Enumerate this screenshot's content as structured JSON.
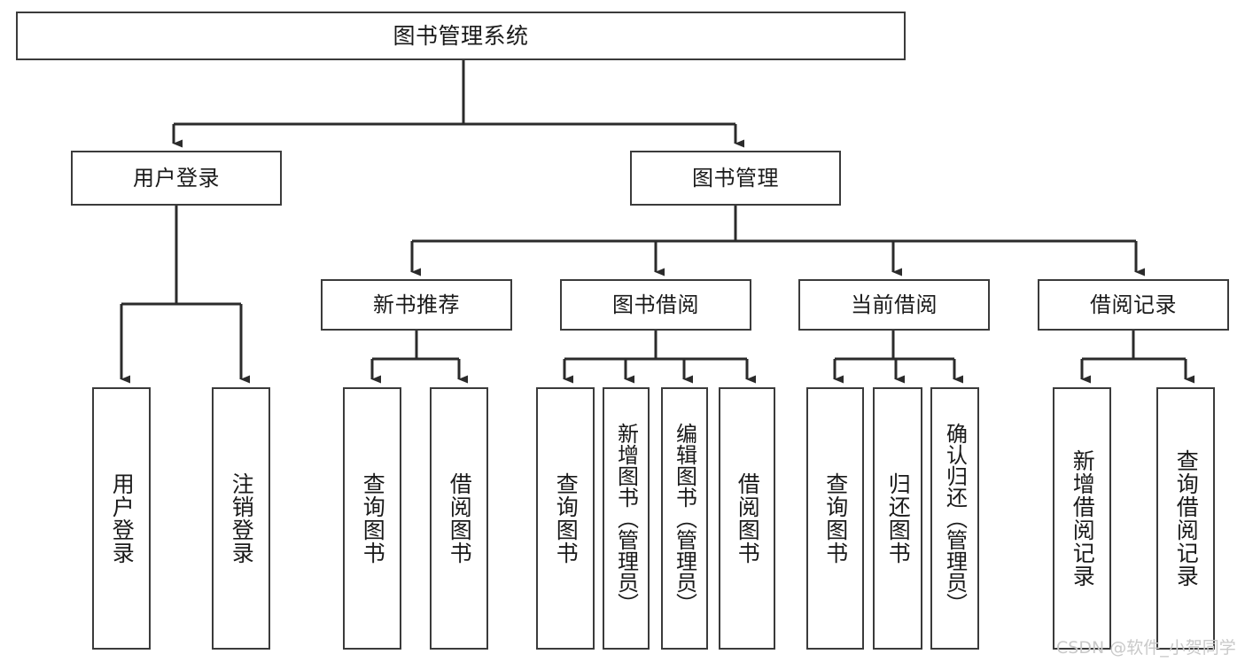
{
  "diagram": {
    "type": "hierarchy-tree",
    "title": "图书管理系统",
    "background_color": "#ffffff",
    "box_border_color": "#3b3b3b",
    "connector_color": "#2b2b2b",
    "text_color": "#1a1a1a",
    "levels": 4,
    "nodes": {
      "root": {
        "label": "图书管理系统"
      },
      "level2": [
        {
          "label": "用户登录"
        },
        {
          "label": "图书管理"
        }
      ],
      "level3": [
        {
          "label": "新书推荐"
        },
        {
          "label": "图书借阅"
        },
        {
          "label": "当前借阅"
        },
        {
          "label": "借阅记录"
        }
      ],
      "leaves_user_login": [
        {
          "label": "用户登录"
        },
        {
          "label": "注销登录"
        }
      ],
      "leaves_new_books": [
        {
          "label": "查询图书"
        },
        {
          "label": "借阅图书"
        }
      ],
      "leaves_borrow": [
        {
          "label": "查询图书"
        },
        {
          "label": "新增图书（管理员）"
        },
        {
          "label": "编辑图书（管理员）"
        },
        {
          "label": "借阅图书"
        }
      ],
      "leaves_current": [
        {
          "label": "查询图书"
        },
        {
          "label": "归还图书"
        },
        {
          "label": "确认归还（管理员）"
        }
      ],
      "leaves_records": [
        {
          "label": "新增借阅记录"
        },
        {
          "label": "查询借阅记录"
        }
      ]
    },
    "watermark": "CSDN @软件_小贺同学"
  }
}
